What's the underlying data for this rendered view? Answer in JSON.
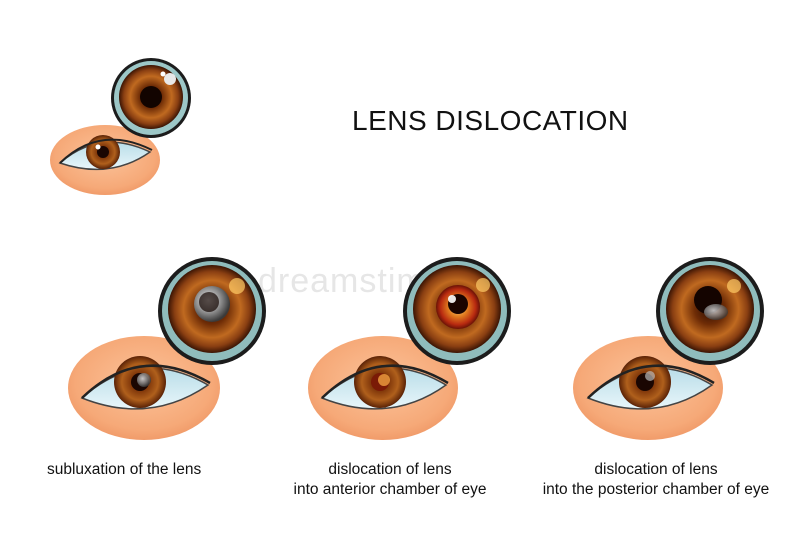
{
  "title": "LENS DISLOCATION",
  "watermark": "dreamstime",
  "captions": {
    "subluxation": "subluxation of the lens",
    "anterior_line1": "dislocation of lens",
    "anterior_line2": "into anterior chamber of eye",
    "posterior_line1": "dislocation of lens",
    "posterior_line2": "into the posterior chamber of eye"
  },
  "colors": {
    "skin": "#f6a978",
    "iris": "#8a3f12",
    "sclera": "#cfe9f0",
    "lens_ring": "#7fb3b3"
  }
}
